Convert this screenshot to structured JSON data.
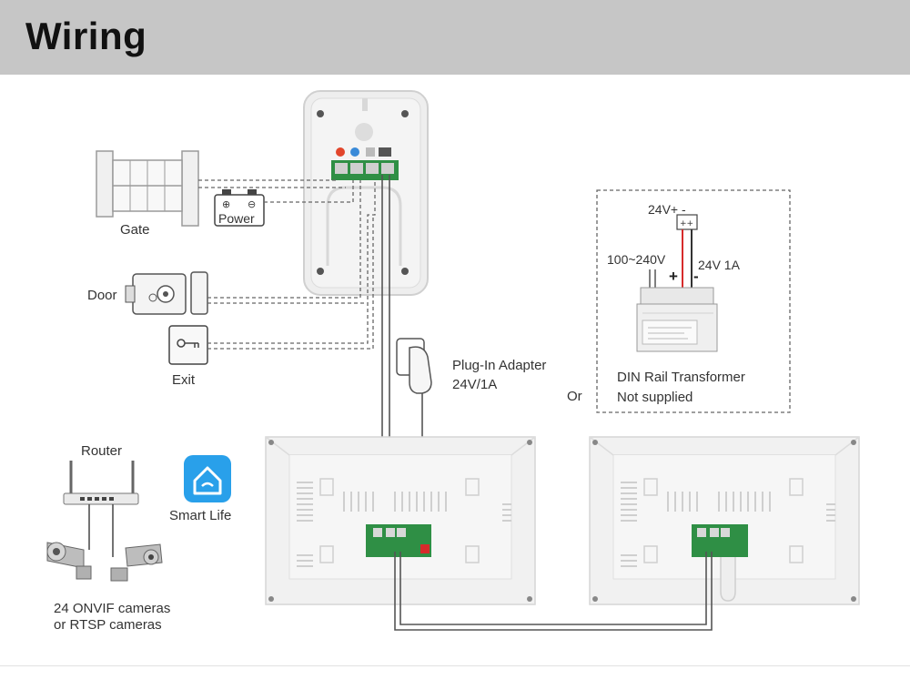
{
  "header": {
    "title": "Wiring"
  },
  "labels": {
    "gate": "Gate",
    "power": "Power",
    "door": "Door",
    "exit": "Exit",
    "plug_adapter_line1": "Plug-In Adapter",
    "plug_adapter_line2": "24V/1A",
    "or": "Or",
    "din_voltage_top": "24V+ -",
    "din_input": "100~240V",
    "din_output": "24V 1A",
    "din_plus": "+",
    "din_minus": "-",
    "din_line1": "DIN Rail Transformer",
    "din_line2": "Not supplied",
    "router": "Router",
    "smart_life": "Smart Life",
    "cameras_line1": "24 ONVIF cameras",
    "cameras_line2": "or RTSP cameras"
  },
  "colors": {
    "header_bg": "#c6c6c6",
    "wire": "#555555",
    "wire_red": "#d62b2b",
    "board_green": "#2f8f45",
    "smart_life_blue": "#29a0ea"
  },
  "icons": [
    "gate-icon",
    "battery-icon",
    "door-lock-icon",
    "exit-button-icon",
    "plug-adapter-icon",
    "router-icon",
    "smart-life-app-icon",
    "camera-icon",
    "outdoor-station-icon",
    "indoor-monitor-icon",
    "din-rail-transformer-icon"
  ]
}
